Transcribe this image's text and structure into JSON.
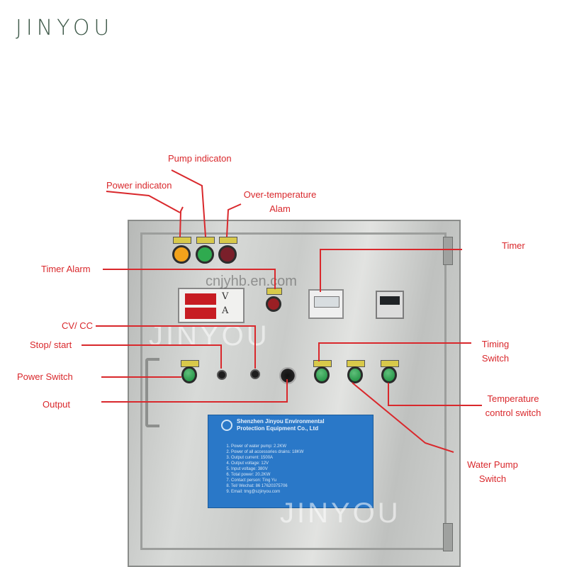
{
  "brand": {
    "logo_text": "JINYOU",
    "logo_color": "#3f5a4a",
    "leaf_color": "#6aa548"
  },
  "labels": {
    "pump_indicator": "Pump indicaton",
    "power_indicator": "Power indicaton",
    "over_temp_line1": "Over-temperature",
    "over_temp_line2": "Alam",
    "timer": "Timer",
    "timer_alarm": "Timer Alarm",
    "cv_cc": "CV/ CC",
    "stop_start": "Stop/ start",
    "power_switch": "Power Switch",
    "output": "Output",
    "timing_switch_line1": "Timing",
    "timing_switch_line2": "Switch",
    "temp_control_line1": "Temperature",
    "temp_control_line2": "control switch",
    "water_pump_line1": "Water Pump",
    "water_pump_line2": "Switch"
  },
  "label_color": "#d9282c",
  "watermarks": {
    "site": "cnjyhb.en.com",
    "brand": "JINYOU"
  },
  "meter": {
    "voltage_unit": "V",
    "current_unit": "A"
  },
  "nameplate": {
    "company_line1": "Shenzhen Jinyou Environmental",
    "company_line2": "Protection Equipment Co., Ltd",
    "specs": [
      "Power of water pump: 2.2KW",
      "Power of all accessories drains: 18KW",
      "Output current: 1500A",
      "Output voltage: 12V",
      "Input voltage: 380V",
      "Total power: 20.2KW",
      "Contact person: Ting Yu",
      "Tel/ Wechat: 86 17620375706",
      "Email: tmg@szjinyou.com"
    ],
    "color": "#2a78c8"
  },
  "indicator_colors": {
    "power": "#f2a21b",
    "pump": "#2faa4f",
    "over_temp": "#7a1f2a",
    "timer_alarm": "#9a1f24"
  }
}
